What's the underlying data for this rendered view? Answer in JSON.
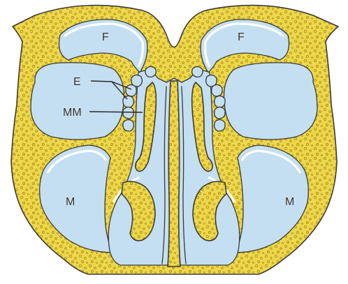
{
  "colors": {
    "bone": "#ecd84a",
    "cavity": "#c4dff1",
    "mucosa": "#ffffff",
    "outline": "#3a3a3a",
    "dot": "#b08a1c"
  },
  "labels": {
    "frontal_left": "F",
    "frontal_right": "F",
    "ethmoid": "E",
    "middle_meatus": "MM",
    "maxillary_left": "M",
    "maxillary_right": "M"
  }
}
